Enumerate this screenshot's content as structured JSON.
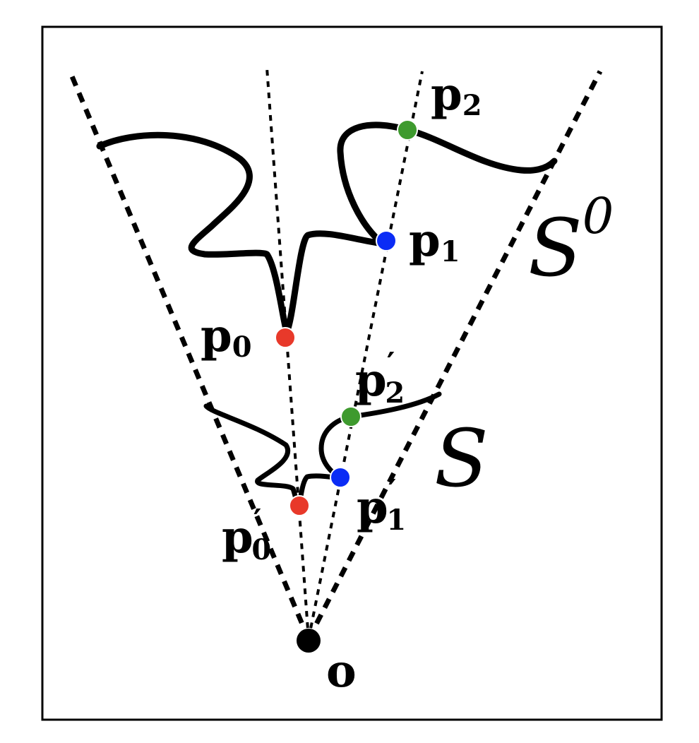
{
  "labels": {
    "p0": {
      "base": "p",
      "sub": "0",
      "prime": ""
    },
    "p1": {
      "base": "p",
      "sub": "1",
      "prime": ""
    },
    "p2": {
      "base": "p",
      "sub": "2",
      "prime": ""
    },
    "p0_prime": {
      "base": "p",
      "sub": "0",
      "prime": "′"
    },
    "p1_prime": {
      "base": "p",
      "sub": "1",
      "prime": "′"
    },
    "p2_prime": {
      "base": "p",
      "sub": "2",
      "prime": "′"
    },
    "origin": "o",
    "set_outer": {
      "base": "S",
      "sup": "0"
    },
    "set_inner": {
      "base": "S"
    }
  },
  "colors": {
    "p0": "#e8392a",
    "p1": "#0b2cf5",
    "p2": "#3e9a2e",
    "origin": "#000000",
    "lines": "#000000"
  }
}
